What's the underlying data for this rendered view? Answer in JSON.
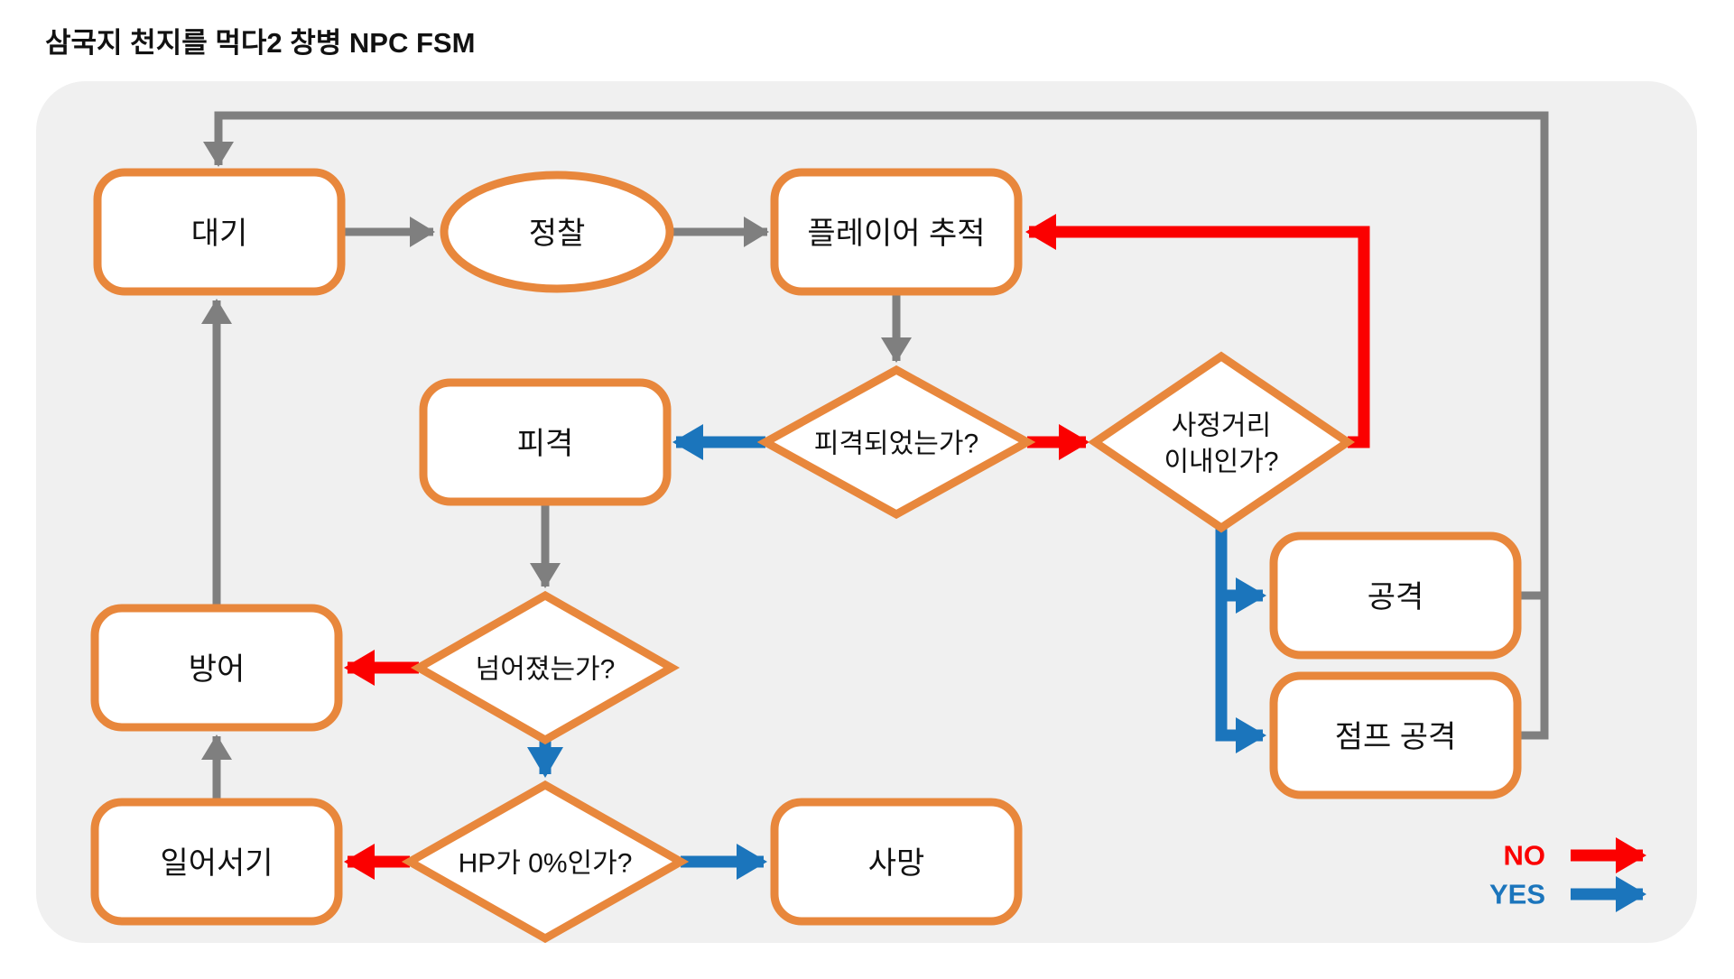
{
  "title": "삼국지 천지를 먹다2 창병 NPC FSM",
  "colors": {
    "orange": "#E8873C",
    "gray": "#7F7F7F",
    "red": "#FB0000",
    "blue": "#1B75BC",
    "panel": "#F0F0F0",
    "box_fill": "#FFFFFF",
    "text": "#111111"
  },
  "nodes": {
    "idle": {
      "label": "대기",
      "shape": "rounded-rect"
    },
    "scout": {
      "label": "정찰",
      "shape": "ellipse"
    },
    "chase": {
      "label": "플레이어 추적",
      "shape": "rounded-rect"
    },
    "hit": {
      "label": "피격",
      "shape": "rounded-rect"
    },
    "q_was_hit": {
      "label": "피격되었는가?",
      "shape": "diamond"
    },
    "q_in_range": {
      "line1": "사정거리",
      "line2": "이내인가?",
      "shape": "diamond"
    },
    "attack": {
      "label": "공격",
      "shape": "rounded-rect"
    },
    "jump_attack": {
      "label": "점프 공격",
      "shape": "rounded-rect"
    },
    "q_knocked": {
      "label": "넘어졌는가?",
      "shape": "diamond"
    },
    "defend": {
      "label": "방어",
      "shape": "rounded-rect"
    },
    "q_hp_zero": {
      "label": "HP가 0%인가?",
      "shape": "diamond"
    },
    "stand_up": {
      "label": "일어서기",
      "shape": "rounded-rect"
    },
    "death": {
      "label": "사망",
      "shape": "rounded-rect"
    }
  },
  "edges": [
    {
      "from": "대기",
      "to": "정찰",
      "condition": "auto"
    },
    {
      "from": "정찰",
      "to": "플레이어 추적",
      "condition": "auto"
    },
    {
      "from": "플레이어 추적",
      "to": "피격되었는가?",
      "condition": "auto"
    },
    {
      "from": "피격되었는가?",
      "to": "피격",
      "condition": "YES"
    },
    {
      "from": "피격되었는가?",
      "to": "사정거리 이내인가?",
      "condition": "NO"
    },
    {
      "from": "사정거리 이내인가?",
      "to": "플레이어 추적",
      "condition": "NO"
    },
    {
      "from": "사정거리 이내인가?",
      "to": "공격",
      "condition": "YES"
    },
    {
      "from": "사정거리 이내인가?",
      "to": "점프 공격",
      "condition": "YES"
    },
    {
      "from": "공격",
      "to": "대기",
      "condition": "auto"
    },
    {
      "from": "점프 공격",
      "to": "대기",
      "condition": "auto"
    },
    {
      "from": "피격",
      "to": "넘어졌는가?",
      "condition": "auto"
    },
    {
      "from": "넘어졌는가?",
      "to": "방어",
      "condition": "NO"
    },
    {
      "from": "넘어졌는가?",
      "to": "HP가 0%인가?",
      "condition": "YES"
    },
    {
      "from": "방어",
      "to": "대기",
      "condition": "auto"
    },
    {
      "from": "일어서기",
      "to": "방어",
      "condition": "auto"
    },
    {
      "from": "HP가 0%인가?",
      "to": "일어서기",
      "condition": "NO"
    },
    {
      "from": "HP가 0%인가?",
      "to": "사망",
      "condition": "YES"
    }
  ],
  "legend": {
    "no_label": "NO",
    "yes_label": "YES"
  }
}
